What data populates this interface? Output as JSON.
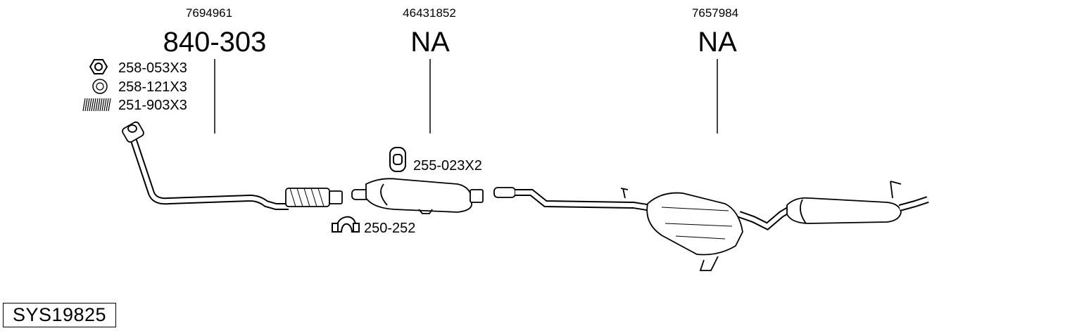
{
  "sections": [
    {
      "oem": "7694961",
      "part": "840-303"
    },
    {
      "oem": "46431852",
      "part": "NA"
    },
    {
      "oem": "7657984",
      "part": "NA"
    }
  ],
  "accessories": [
    {
      "icon": "nut-icon",
      "label": "258-053X3"
    },
    {
      "icon": "washer-icon",
      "label": "258-121X3"
    },
    {
      "icon": "spring-icon",
      "label": "251-903X3"
    },
    {
      "icon": "rubber-hanger-icon",
      "label": "255-023X2"
    },
    {
      "icon": "clamp-icon",
      "label": "250-252"
    }
  ],
  "system_id": "SYS19825"
}
